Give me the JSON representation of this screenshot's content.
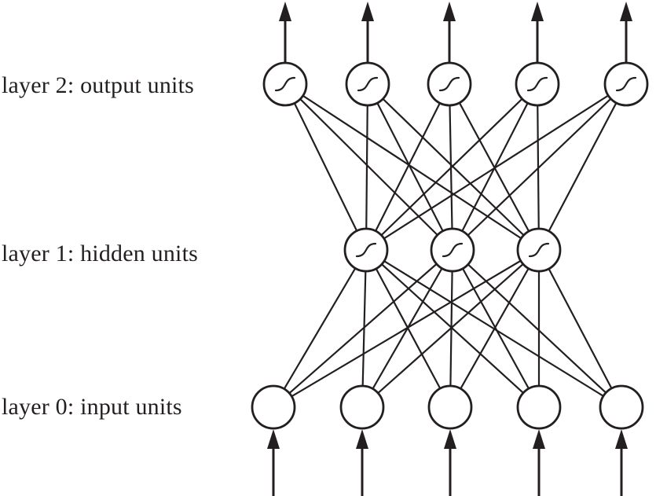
{
  "diagram": {
    "type": "neural-network-feedforward",
    "background_color": "#ffffff",
    "stroke_color": "#231f20",
    "layers": [
      {
        "id": "layer2",
        "label": "layer 2: output units",
        "units": 5,
        "unit_type": "sigmoid",
        "arrows": "out-top"
      },
      {
        "id": "layer1",
        "label": "layer 1: hidden units",
        "units": 3,
        "unit_type": "sigmoid",
        "arrows": "none"
      },
      {
        "id": "layer0",
        "label": "layer 0: input units",
        "units": 5,
        "unit_type": "plain",
        "arrows": "in-bottom"
      }
    ],
    "connections": [
      {
        "from": "layer0",
        "to": "layer1",
        "type": "fully-connected"
      },
      {
        "from": "layer1",
        "to": "layer2",
        "type": "fully-connected"
      }
    ]
  }
}
